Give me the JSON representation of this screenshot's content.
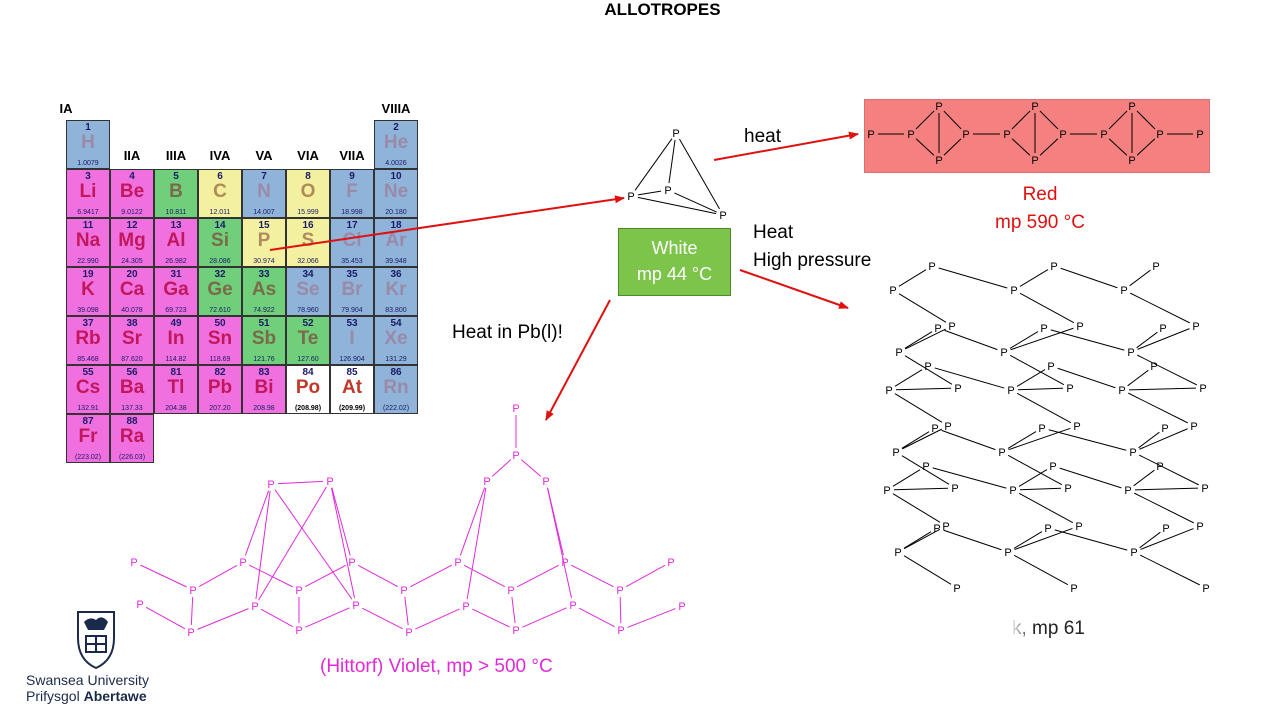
{
  "title": "ALLOTROPES",
  "periodic_table": {
    "group_labels": [
      "IA",
      "IIA",
      "IIIA",
      "IVA",
      "VA",
      "VIA",
      "VIIA",
      "VIIIA"
    ],
    "elements": [
      {
        "num": "1",
        "sym": "H",
        "mass": "1.0079",
        "c": "blue",
        "r": 0,
        "col": 0
      },
      {
        "num": "2",
        "sym": "He",
        "mass": "4.0026",
        "c": "blue",
        "r": 0,
        "col": 7
      },
      {
        "num": "3",
        "sym": "Li",
        "mass": "6.9417",
        "c": "pink",
        "r": 1,
        "col": 0
      },
      {
        "num": "4",
        "sym": "Be",
        "mass": "9.0122",
        "c": "pink",
        "r": 1,
        "col": 1
      },
      {
        "num": "5",
        "sym": "B",
        "mass": "10.811",
        "c": "green",
        "r": 1,
        "col": 2
      },
      {
        "num": "6",
        "sym": "C",
        "mass": "12.011",
        "c": "yellow",
        "r": 1,
        "col": 3
      },
      {
        "num": "7",
        "sym": "N",
        "mass": "14.007",
        "c": "blue",
        "r": 1,
        "col": 4
      },
      {
        "num": "8",
        "sym": "O",
        "mass": "15.999",
        "c": "yellow",
        "r": 1,
        "col": 5
      },
      {
        "num": "9",
        "sym": "F",
        "mass": "18.998",
        "c": "blue",
        "r": 1,
        "col": 6
      },
      {
        "num": "10",
        "sym": "Ne",
        "mass": "20.180",
        "c": "blue",
        "r": 1,
        "col": 7
      },
      {
        "num": "11",
        "sym": "Na",
        "mass": "22.990",
        "c": "pink",
        "r": 2,
        "col": 0
      },
      {
        "num": "12",
        "sym": "Mg",
        "mass": "24.305",
        "c": "pink",
        "r": 2,
        "col": 1
      },
      {
        "num": "13",
        "sym": "Al",
        "mass": "26.982",
        "c": "pink",
        "r": 2,
        "col": 2
      },
      {
        "num": "14",
        "sym": "Si",
        "mass": "28.086",
        "c": "green",
        "r": 2,
        "col": 3
      },
      {
        "num": "15",
        "sym": "P",
        "mass": "30.974",
        "c": "yellow",
        "r": 2,
        "col": 4
      },
      {
        "num": "16",
        "sym": "S",
        "mass": "32.066",
        "c": "yellow",
        "r": 2,
        "col": 5
      },
      {
        "num": "17",
        "sym": "Cl",
        "mass": "35.453",
        "c": "blue",
        "r": 2,
        "col": 6
      },
      {
        "num": "18",
        "sym": "Ar",
        "mass": "39.948",
        "c": "blue",
        "r": 2,
        "col": 7
      },
      {
        "num": "19",
        "sym": "K",
        "mass": "39.098",
        "c": "pink",
        "r": 3,
        "col": 0
      },
      {
        "num": "20",
        "sym": "Ca",
        "mass": "40.078",
        "c": "pink",
        "r": 3,
        "col": 1
      },
      {
        "num": "31",
        "sym": "Ga",
        "mass": "69.723",
        "c": "pink",
        "r": 3,
        "col": 2
      },
      {
        "num": "32",
        "sym": "Ge",
        "mass": "72.610",
        "c": "green",
        "r": 3,
        "col": 3
      },
      {
        "num": "33",
        "sym": "As",
        "mass": "74.922",
        "c": "green",
        "r": 3,
        "col": 4
      },
      {
        "num": "34",
        "sym": "Se",
        "mass": "78.960",
        "c": "blue",
        "r": 3,
        "col": 5
      },
      {
        "num": "35",
        "sym": "Br",
        "mass": "79.904",
        "c": "blue",
        "r": 3,
        "col": 6
      },
      {
        "num": "36",
        "sym": "Kr",
        "mass": "83.800",
        "c": "blue",
        "r": 3,
        "col": 7
      },
      {
        "num": "37",
        "sym": "Rb",
        "mass": "85.468",
        "c": "pink",
        "r": 4,
        "col": 0
      },
      {
        "num": "38",
        "sym": "Sr",
        "mass": "87.620",
        "c": "pink",
        "r": 4,
        "col": 1
      },
      {
        "num": "49",
        "sym": "In",
        "mass": "114.82",
        "c": "pink",
        "r": 4,
        "col": 2
      },
      {
        "num": "50",
        "sym": "Sn",
        "mass": "118.69",
        "c": "pink",
        "r": 4,
        "col": 3
      },
      {
        "num": "51",
        "sym": "Sb",
        "mass": "121.76",
        "c": "green",
        "r": 4,
        "col": 4
      },
      {
        "num": "52",
        "sym": "Te",
        "mass": "127.60",
        "c": "green",
        "r": 4,
        "col": 5
      },
      {
        "num": "53",
        "sym": "I",
        "mass": "126.904",
        "c": "blue",
        "r": 4,
        "col": 6
      },
      {
        "num": "54",
        "sym": "Xe",
        "mass": "131.29",
        "c": "blue",
        "r": 4,
        "col": 7
      },
      {
        "num": "55",
        "sym": "Cs",
        "mass": "132.91",
        "c": "pink",
        "r": 5,
        "col": 0
      },
      {
        "num": "56",
        "sym": "Ba",
        "mass": "137.33",
        "c": "pink",
        "r": 5,
        "col": 1
      },
      {
        "num": "81",
        "sym": "Tl",
        "mass": "204.38",
        "c": "pink",
        "r": 5,
        "col": 2
      },
      {
        "num": "82",
        "sym": "Pb",
        "mass": "207.20",
        "c": "pink",
        "r": 5,
        "col": 3
      },
      {
        "num": "83",
        "sym": "Bi",
        "mass": "208.98",
        "c": "pink",
        "r": 5,
        "col": 4
      },
      {
        "num": "84",
        "sym": "Po",
        "mass": "(208.98)",
        "c": "white",
        "r": 5,
        "col": 5
      },
      {
        "num": "85",
        "sym": "At",
        "mass": "(209.99)",
        "c": "white",
        "r": 5,
        "col": 6
      },
      {
        "num": "86",
        "sym": "Rn",
        "mass": "(222.02)",
        "c": "blue",
        "r": 5,
        "col": 7
      },
      {
        "num": "87",
        "sym": "Fr",
        "mass": "(223.02)",
        "c": "pink",
        "r": 6,
        "col": 0
      },
      {
        "num": "88",
        "sym": "Ra",
        "mass": "(226.03)",
        "c": "pink",
        "r": 6,
        "col": 1
      }
    ]
  },
  "white": {
    "line1": "White",
    "line2": "mp 44 °C"
  },
  "red": {
    "line1": "Red",
    "line2": "mp 590 °C"
  },
  "conditions": {
    "heat": "heat",
    "heat_hp_1": "Heat",
    "heat_hp_2": "High pressure",
    "heat_pb": "Heat in Pb(l)!"
  },
  "violet_caption": "(Hittorf) Violet, mp > 500 °C",
  "black_caption": "k, mp 61",
  "atom_label": "P",
  "logo": {
    "line1": "Swansea University",
    "line2_a": "Prifysgol ",
    "line2_b": "Abertawe"
  },
  "colors": {
    "arrow": "#e01010",
    "violet": "#e02ad8",
    "white_box": "#7dc44a",
    "red_box": "#f58080"
  }
}
